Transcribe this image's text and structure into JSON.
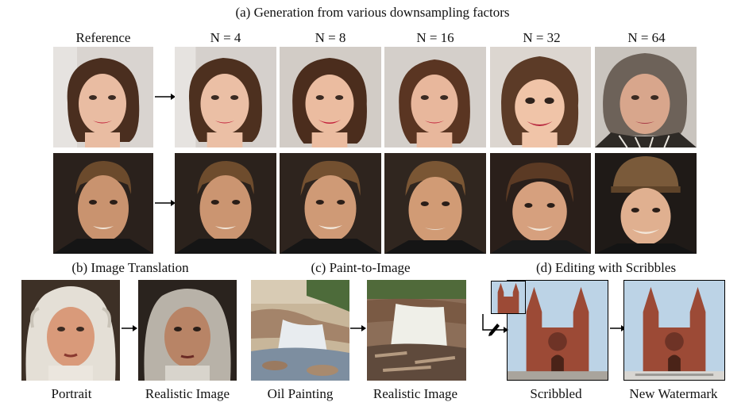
{
  "section_a": {
    "title": "(a) Generation from various downsampling factors",
    "column_labels": [
      "Reference",
      "N = 4",
      "N = 8",
      "N = 16",
      "N = 32",
      "N = 64"
    ],
    "rows": [
      {
        "images": [
          "face-woman-reference",
          "face-woman-n4",
          "face-woman-n8",
          "face-woman-n16",
          "face-girl-n32",
          "face-old-woman-n64"
        ]
      },
      {
        "images": [
          "face-man-reference",
          "face-man-n4",
          "face-man-n8",
          "face-man-n16",
          "face-man-n32",
          "face-man-hat-n64"
        ]
      }
    ]
  },
  "section_b": {
    "title": "(b) Image Translation",
    "captions": [
      "Portrait",
      "Realistic Image"
    ]
  },
  "section_c": {
    "title": "(c) Paint-to-Image",
    "captions": [
      "Oil Painting",
      "Realistic Image"
    ]
  },
  "section_d": {
    "title": "(d) Editing with Scribbles",
    "captions": [
      "Scribbled",
      "New Watermark"
    ],
    "icon": "pen-icon"
  },
  "colors": {
    "woman_bg": "#d9d4d0",
    "man_bg": "#2a211c",
    "skin_light": "#e9bca2",
    "skin_man": "#c9936f",
    "hair_brown": "#4a2e1f",
    "painting_bg": "#c8b69a",
    "cathedral_brick": "#9c4a36",
    "sky": "#bcd3e6",
    "water": "#e8ecef"
  }
}
